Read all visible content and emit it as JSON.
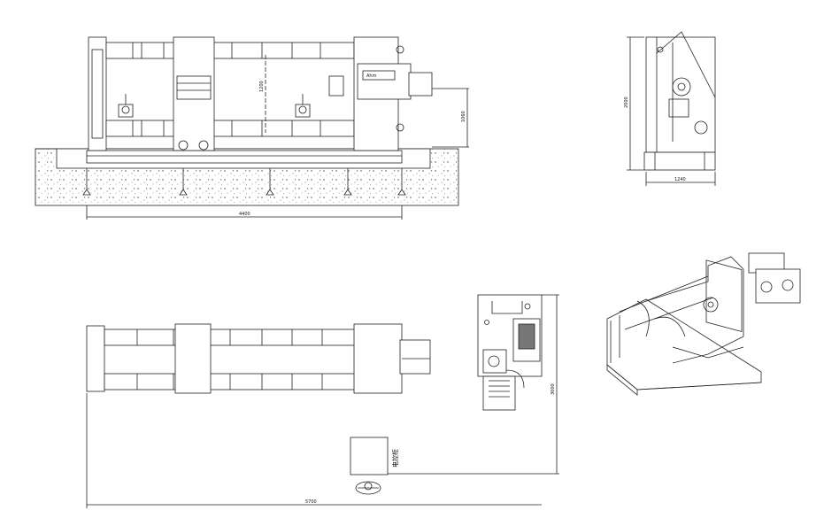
{
  "drawing": {
    "front_view": {
      "overall_length_dim": "4400",
      "height_dim_inner": "1200",
      "height_dim_outer": "1060"
    },
    "side_view": {
      "height_dim": "2000",
      "width_dim": "1240"
    },
    "plan_view": {
      "overall_length_dim": "5700",
      "width_dim": "3000",
      "control_box_label": "电控柜"
    },
    "nameplate_text": "Ahm"
  }
}
